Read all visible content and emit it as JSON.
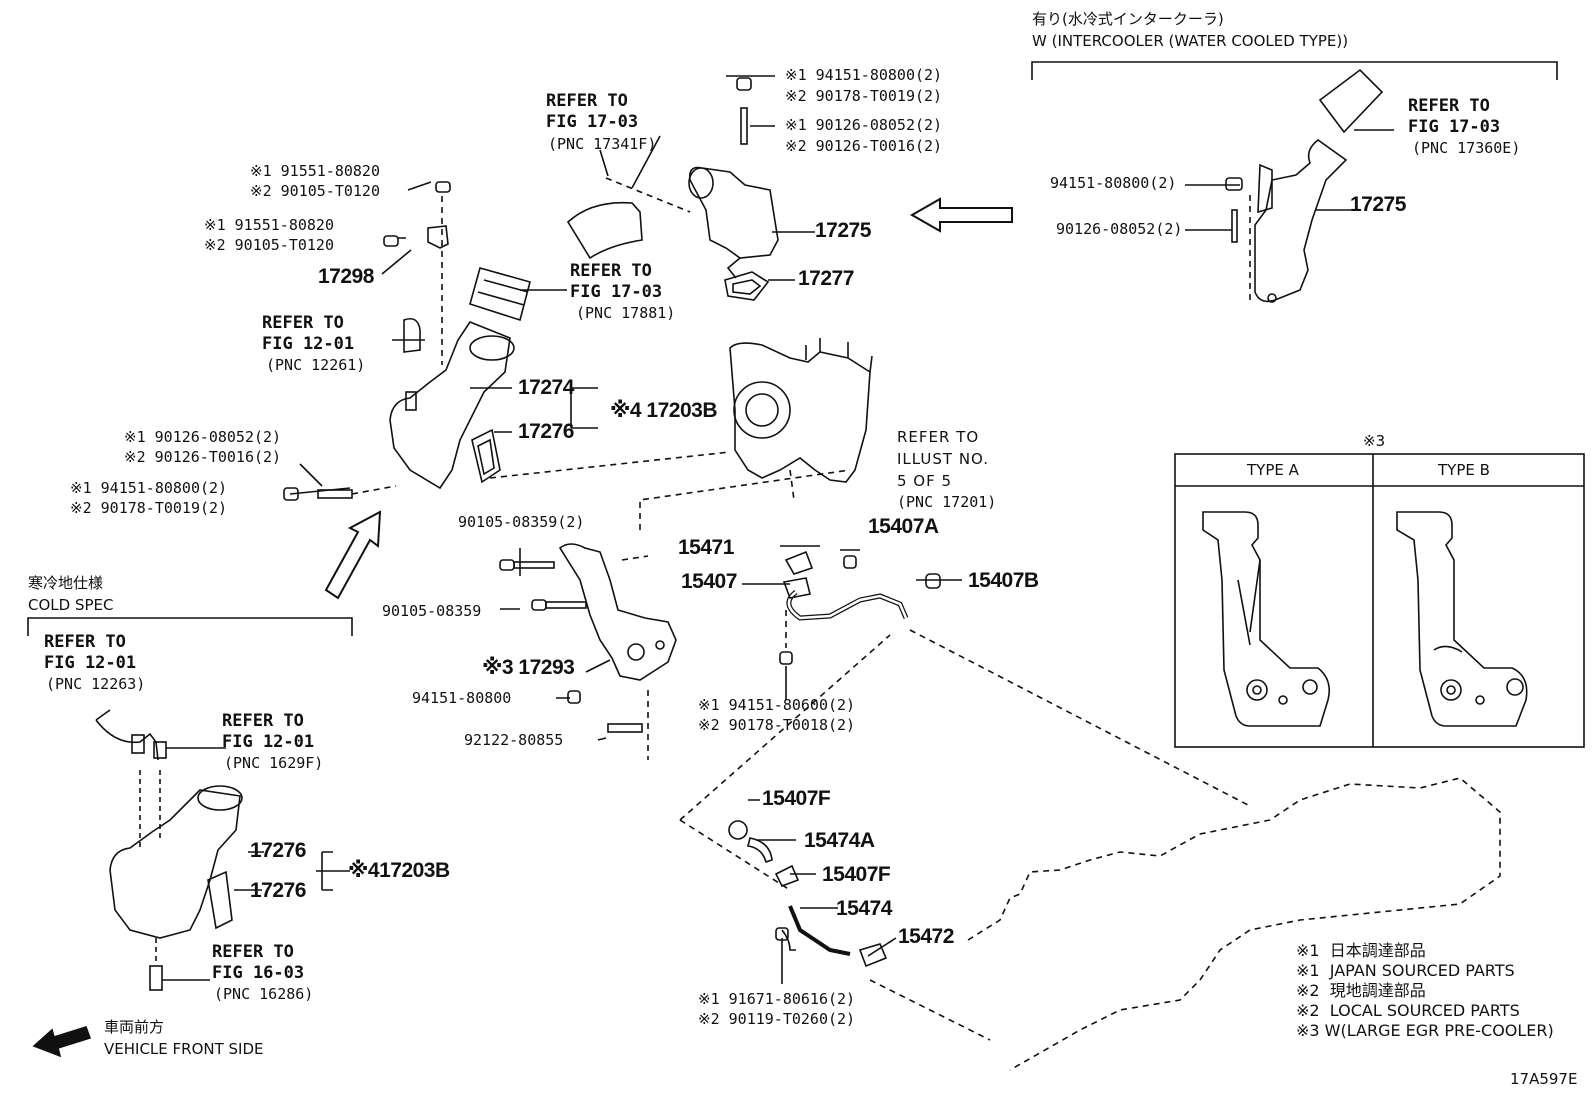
{
  "diagram_code": "17A597E",
  "options": {
    "intercooler_jp": "有り(水冷式インタークーラ)",
    "intercooler_en": "W (INTERCOOLER (WATER COOLED TYPE))",
    "cold_jp": "寒冷地仕様",
    "cold_en": "COLD SPEC",
    "front_jp": "車両前方",
    "front_en": "VEHICLE FRONT SIDE"
  },
  "types": {
    "mark": "※3",
    "a": "TYPE A",
    "b": "TYPE B"
  },
  "refs": {
    "r1": [
      "REFER TO",
      "FIG 17-03",
      "(PNC 17341F)"
    ],
    "r2": [
      "REFER TO",
      "FIG 17-03",
      "(PNC 17881)"
    ],
    "r3": [
      "REFER TO",
      "FIG 12-01",
      "(PNC 12261)"
    ],
    "r4": [
      "REFER TO",
      "FIG 17-03",
      "(PNC 17360E)"
    ],
    "r5": [
      "REFER TO",
      "ILLUST NO.",
      "5 OF 5",
      "(PNC 17201)"
    ],
    "r6": [
      "REFER TO",
      "FIG 12-01",
      "(PNC 12263)"
    ],
    "r7": [
      "REFER TO",
      "FIG 12-01",
      "(PNC 1629F)"
    ],
    "r8": [
      "REFER TO",
      "FIG 16-03",
      "(PNC 16286)"
    ]
  },
  "parts": {
    "p17275a": "17275",
    "p17277": "17277",
    "p17298": "17298",
    "p17274": "17274",
    "p17276a": "17276",
    "p17203b_a": "※4 17203B",
    "p17275b": "17275",
    "p15471": "15471",
    "p15407": "15407",
    "p15407a": "15407A",
    "p15407b": "15407B",
    "p17293": "※3 17293",
    "p15407f_a": "15407F",
    "p15474a": "15474A",
    "p15407f_b": "15407F",
    "p15474": "15474",
    "p15472": "15472",
    "p17276b": "17276",
    "p17276c": "17276",
    "p17203b_b": "※417203B"
  },
  "fasteners": {
    "f1": [
      "※1 94151-80800(2)",
      "※2 90178-T0019(2)"
    ],
    "f2": [
      "※1 90126-08052(2)",
      "※2 90126-T0016(2)"
    ],
    "f3": [
      "※1 91551-80820",
      "※2 90105-T0120"
    ],
    "f4": [
      "※1 91551-80820",
      "※2 90105-T0120"
    ],
    "f5": [
      "※1 90126-08052(2)",
      "※2 90126-T0016(2)"
    ],
    "f6": [
      "※1 94151-80800(2)",
      "※2 90178-T0019(2)"
    ],
    "f7": "94151-80800(2)",
    "f8": "90126-08052(2)",
    "f9": "90105-08359(2)",
    "f10": "90105-08359",
    "f11": "94151-80800",
    "f12": "92122-80855",
    "f13": [
      "※1 94151-80600(2)",
      "※2 90178-T0018(2)"
    ],
    "f14": [
      "※1 91671-80616(2)",
      "※2 90119-T0260(2)"
    ]
  },
  "legend": [
    "※1  日本調達部品",
    "※1  JAPAN SOURCED PARTS",
    "※2  現地調達部品",
    "※2  LOCAL SOURCED PARTS",
    "※3 W(LARGE EGR PRE-COOLER)"
  ]
}
